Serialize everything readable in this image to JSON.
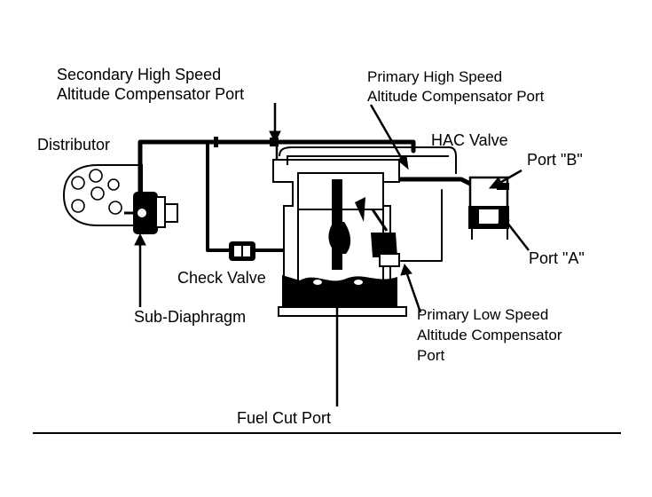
{
  "labels": {
    "secondary_port_line1": "Secondary High Speed",
    "secondary_port_line2": "Altitude Compensator Port",
    "primary_high_line1": "Primary High Speed",
    "primary_high_line2": "Altitude Compensator Port",
    "distributor": "Distributor",
    "hac_valve": "HAC Valve",
    "port_b": "Port \"B\"",
    "port_a": "Port \"A\"",
    "check_valve": "Check Valve",
    "sub_diaphragm": "Sub-Diaphragm",
    "primary_low_line1": "Primary Low Speed",
    "primary_low_line2": "Altitude Compensator",
    "primary_low_line3": "Port",
    "fuel_cut_port": "Fuel Cut Port"
  },
  "colors": {
    "ink": "#000000",
    "paper": "#ffffff"
  }
}
